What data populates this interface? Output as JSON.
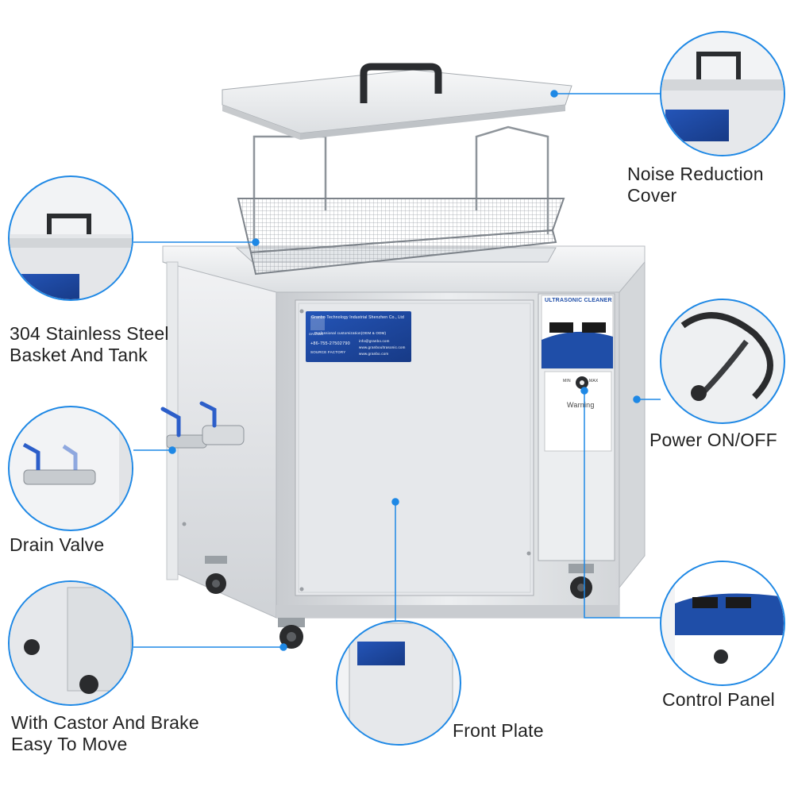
{
  "colors": {
    "accent": "#1e88e5",
    "steel": "#d9dcdf",
    "label_blue": "#1d3f94"
  },
  "callouts": {
    "noise_cover": {
      "line1": "Noise Reduction",
      "line2": "Cover"
    },
    "basket_tank": {
      "line1": "304 Stainless Steel",
      "line2": "Basket And Tank"
    },
    "power": {
      "line1": "Power ON/OFF"
    },
    "drain": {
      "line1": "Drain Valve"
    },
    "castor": {
      "line1": "With Castor And Brake",
      "line2": "Easy To Move"
    },
    "front_plate": {
      "line1": "Front Plate"
    },
    "control_panel": {
      "line1": "Control Panel"
    }
  },
  "panel": {
    "title": "ULTRASONIC CLEANER",
    "warning": "Warning",
    "min": "MIN",
    "max": "MAX"
  },
  "brand_label": {
    "company": "Granbo Technology Industrial Shenzhen Co., Ltd",
    "tagline": "Professional customization(OEM & ODM)",
    "phone": "+86-755-27502790",
    "factory": "SOURCE FACTORY",
    "email": "info@granbo.com",
    "web": "www.granboultrasonic.com",
    "web2": "www.granbo.com",
    "logo_text": "GRANBO"
  }
}
